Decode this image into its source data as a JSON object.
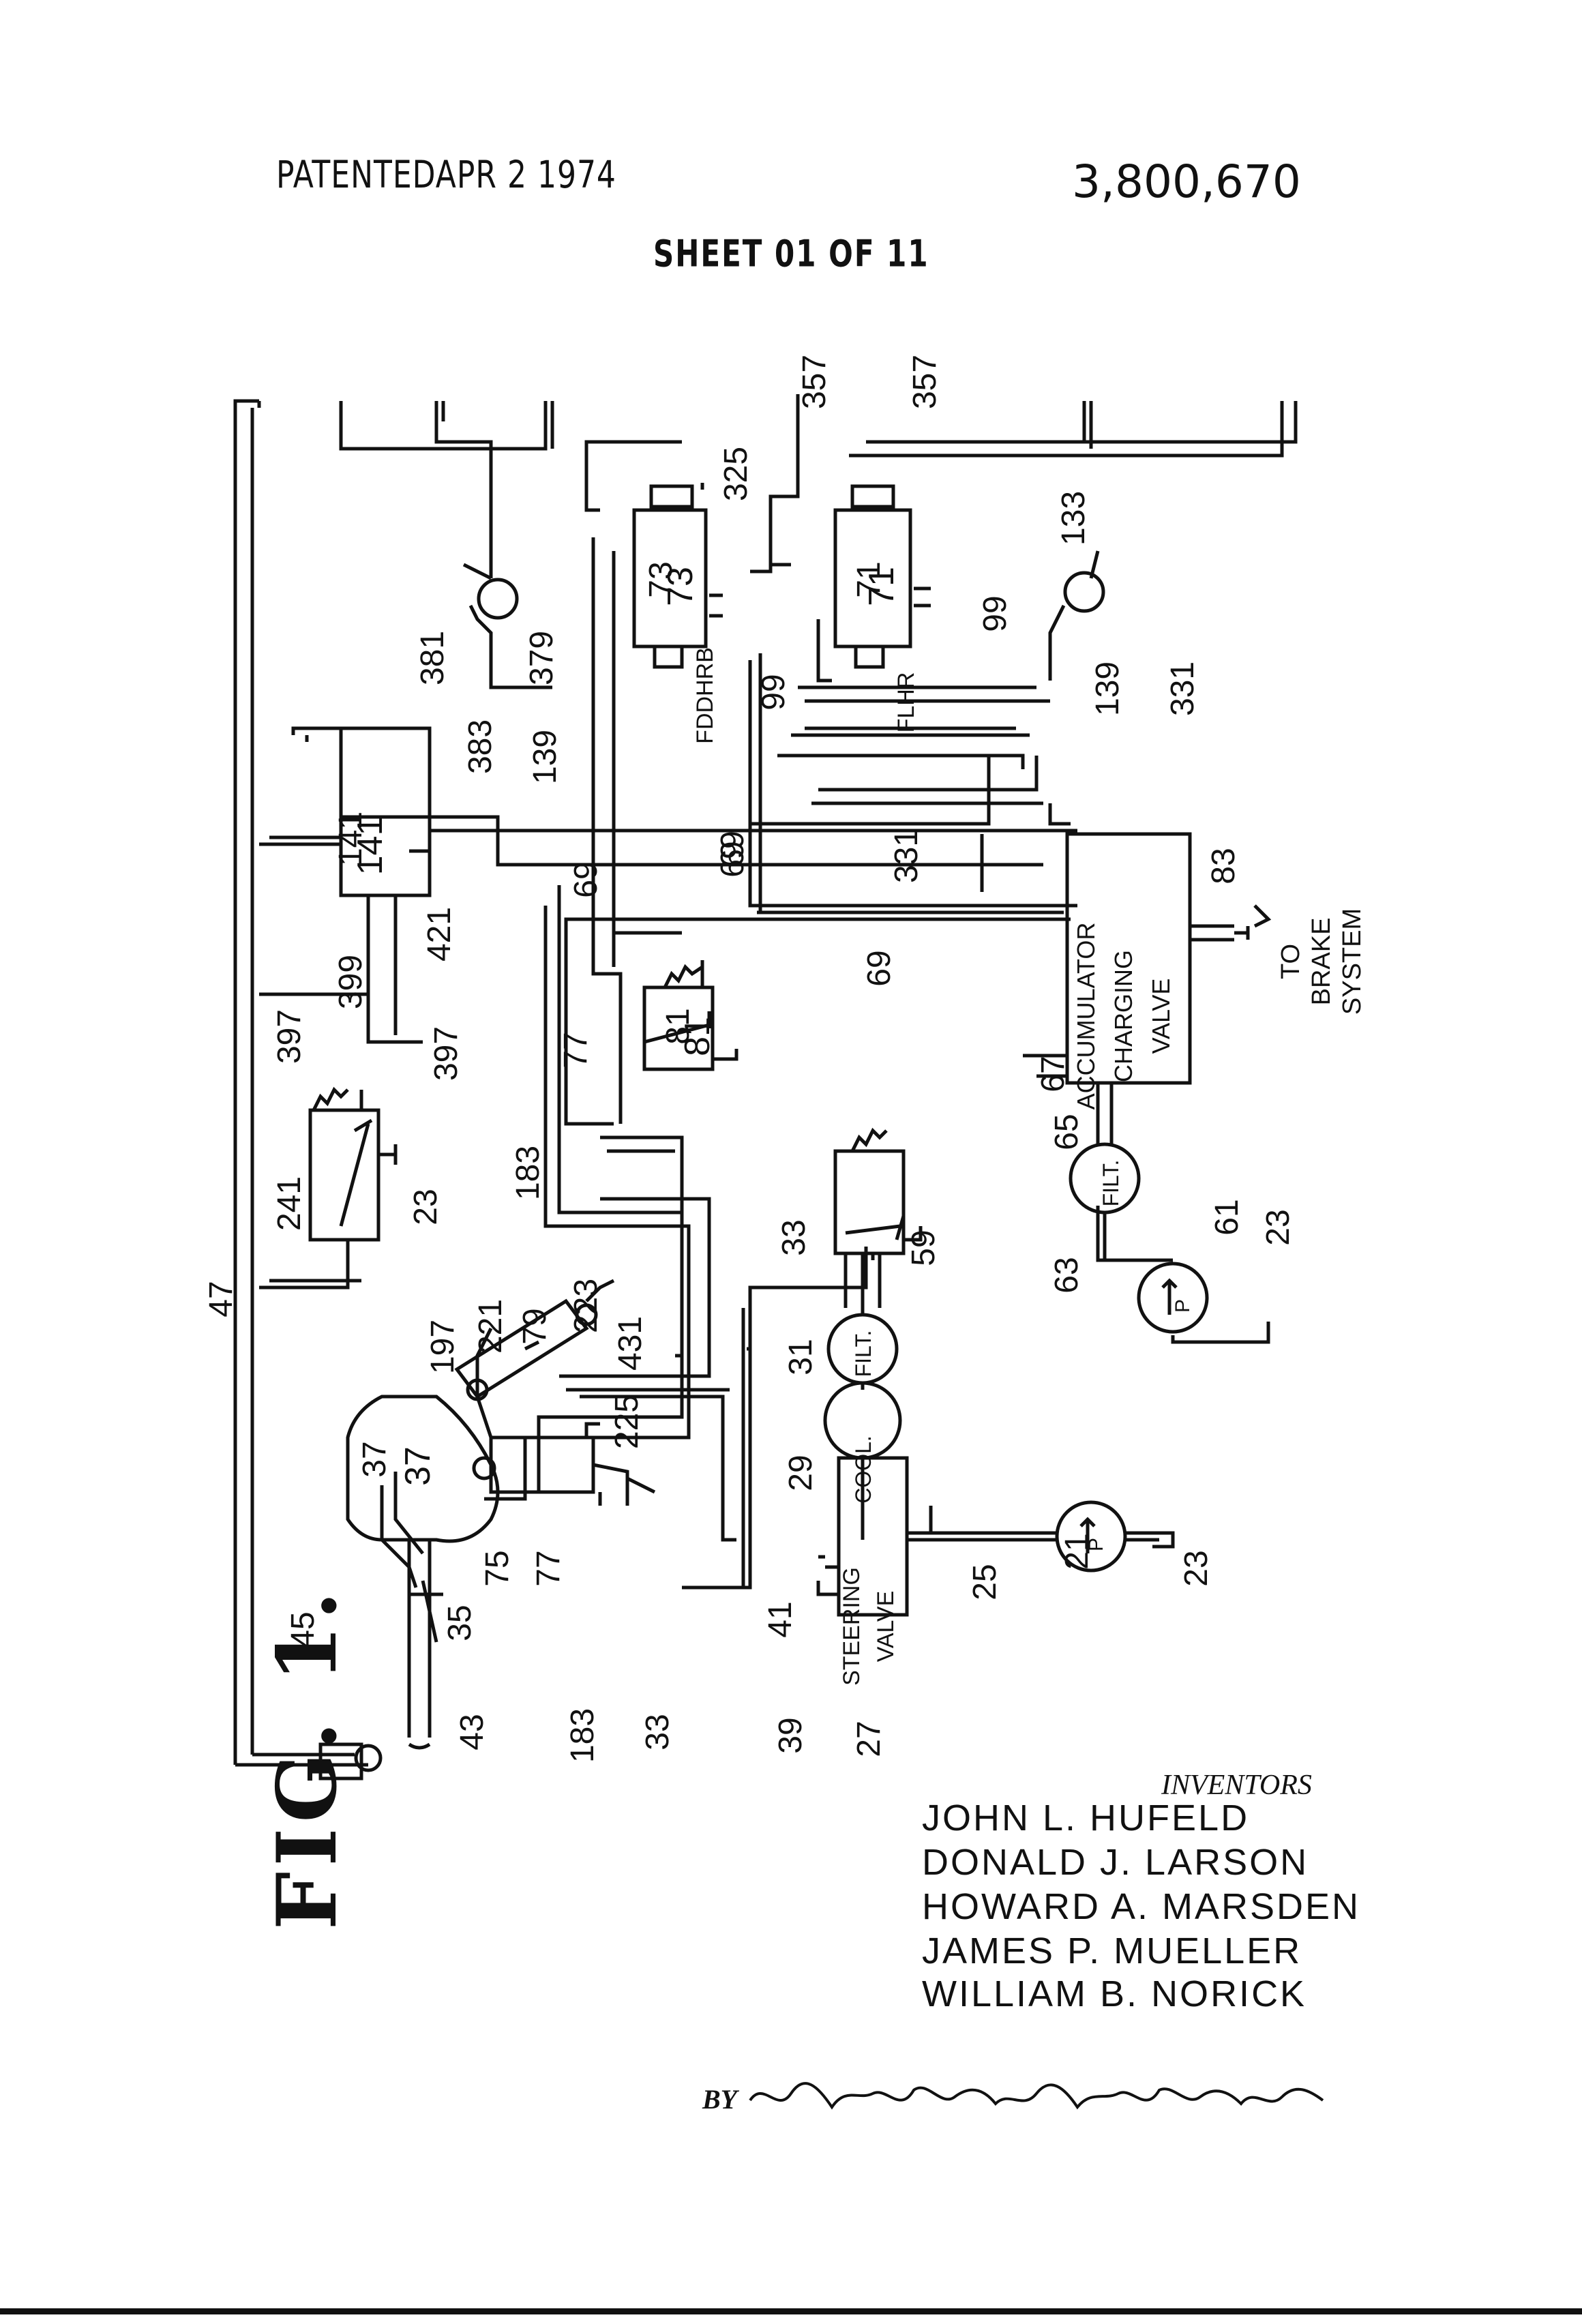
{
  "header": {
    "patented": "PATENTEDAPR  2 1974",
    "patent_number": "3,800,670",
    "sheet": "SHEET  01  OF  11"
  },
  "figure": {
    "label": "FIG. 1.",
    "components": {
      "c37": "37",
      "c73": "73",
      "c71": "71",
      "c141": "141",
      "c81": "81",
      "accumulator": "ACCUMULATOR",
      "charging": "CHARGING",
      "valve": "VALVE",
      "steering": "STEERING",
      "steering_valve": "VALVE",
      "filt": "FILT.",
      "cool": "COOL.",
      "pump": "P",
      "to": "TO",
      "brake": "BRAKE",
      "system": "SYSTEM",
      "positions_73": "FDDHRB",
      "positions_71": "FLHR"
    },
    "reference_numerals": [
      "47",
      "45",
      "43",
      "35",
      "33",
      "183",
      "75",
      "77",
      "37",
      "197",
      "221",
      "79",
      "223",
      "431",
      "225",
      "241",
      "23",
      "397",
      "399",
      "397",
      "421",
      "141",
      "383",
      "139",
      "381",
      "379",
      "73",
      "325",
      "357",
      "357",
      "71",
      "133",
      "99",
      "99",
      "139",
      "331",
      "331",
      "69",
      "69",
      "69",
      "69",
      "81",
      "77",
      "183",
      "33",
      "59",
      "31",
      "29",
      "41",
      "39",
      "27",
      "25",
      "21",
      "23",
      "67",
      "65",
      "61",
      "63",
      "23",
      "83"
    ]
  },
  "inventors": {
    "title": "INVENTORS",
    "names": [
      "JOHN  L.  HUFELD",
      "DONALD  J.  LARSON",
      "HOWARD  A.  MARSDEN",
      "JAMES  P.  MUELLER",
      "WILLIAM  B.  NORICK"
    ],
    "by": "BY"
  }
}
